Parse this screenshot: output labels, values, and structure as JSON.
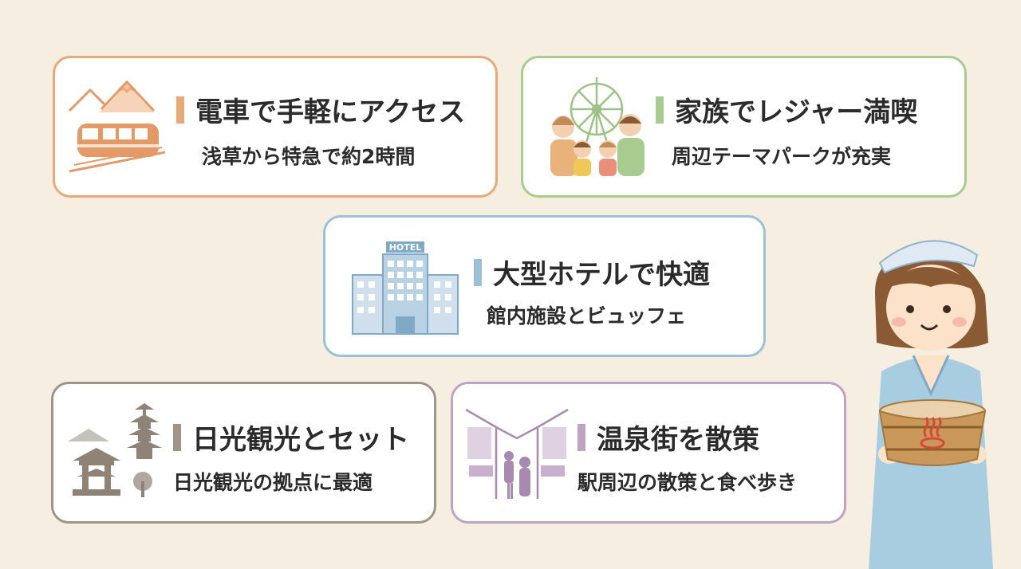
{
  "cards": {
    "train": {
      "title": "電車で手軽にアクセス",
      "subtitle": "浅草から特急で約2時間",
      "color": "#e9a878",
      "icon": "train-mountain-icon"
    },
    "family": {
      "title": "家族でレジャー満喫",
      "subtitle": "周辺テーマパークが充実",
      "color": "#a8cc90",
      "icon": "family-ferris-wheel-icon"
    },
    "hotel": {
      "title": "大型ホテルで快適",
      "subtitle": "館内施設とビュッフェ",
      "color": "#9cc0d6",
      "icon": "hotel-building-icon",
      "sign": "HOTEL"
    },
    "nikko": {
      "title": "日光観光とセット",
      "subtitle": "日光観光の拠点に最適",
      "color": "#9f9488",
      "icon": "temple-pagoda-icon"
    },
    "onsen": {
      "title": "温泉街を散策",
      "subtitle": "駅周辺の散策と食べ歩き",
      "color": "#bfa2c4",
      "icon": "onsen-street-icon"
    }
  },
  "character": {
    "icon": "yukata-woman-icon",
    "colors": {
      "yukata": "#a9cde0",
      "hair": "#8a5a35",
      "tub": "#c9985a"
    }
  }
}
